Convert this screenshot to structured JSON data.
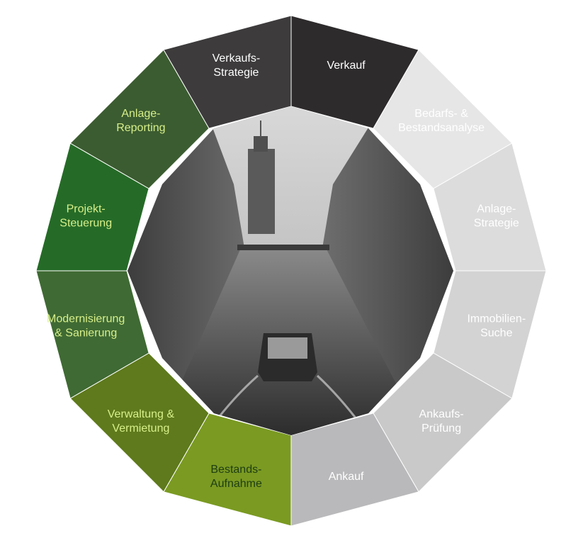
{
  "segments": [
    {
      "lines": [
        "Verkauf"
      ],
      "fill": "#2e2b2c",
      "text_color": "#ffffff"
    },
    {
      "lines": [
        "Bedarfs- &",
        "Bestandsanalyse"
      ],
      "fill": "#e6e6e6",
      "text_color": "#ffffff"
    },
    {
      "lines": [
        "Anlage-",
        "Strategie"
      ],
      "fill": "#dcdcdc",
      "text_color": "#ffffff"
    },
    {
      "lines": [
        "Immobilien-",
        "Suche"
      ],
      "fill": "#d3d3d3",
      "text_color": "#ffffff"
    },
    {
      "lines": [
        "Ankaufs-",
        "Prüfung"
      ],
      "fill": "#c9c9c9",
      "text_color": "#ffffff"
    },
    {
      "lines": [
        "Ankauf"
      ],
      "fill": "#b9b9bb",
      "text_color": "#ffffff"
    },
    {
      "lines": [
        "Bestands-",
        "Aufnahme"
      ],
      "fill": "#7a9a22",
      "text_color": "#1e3d12"
    },
    {
      "lines": [
        "Verwaltung &",
        "Vermietung"
      ],
      "fill": "#5e7a1c",
      "text_color": "#d7ef8a"
    },
    {
      "lines": [
        "Modernisierung",
        "& Sanierung"
      ],
      "fill": "#3f6a33",
      "text_color": "#d7ef8a"
    },
    {
      "lines": [
        "Projekt-",
        "Steuerung"
      ],
      "fill": "#256b27",
      "text_color": "#d7ef8a"
    },
    {
      "lines": [
        "Anlage-",
        "Reporting"
      ],
      "fill": "#3b5c30",
      "text_color": "#d7ef8a"
    },
    {
      "lines": [
        "Verkaufs-",
        "Strategie"
      ],
      "fill": "#3d3b3c",
      "text_color": "#ffffff"
    }
  ],
  "center_image": {
    "subject": "photo",
    "description_icon": "canal-photo"
  }
}
